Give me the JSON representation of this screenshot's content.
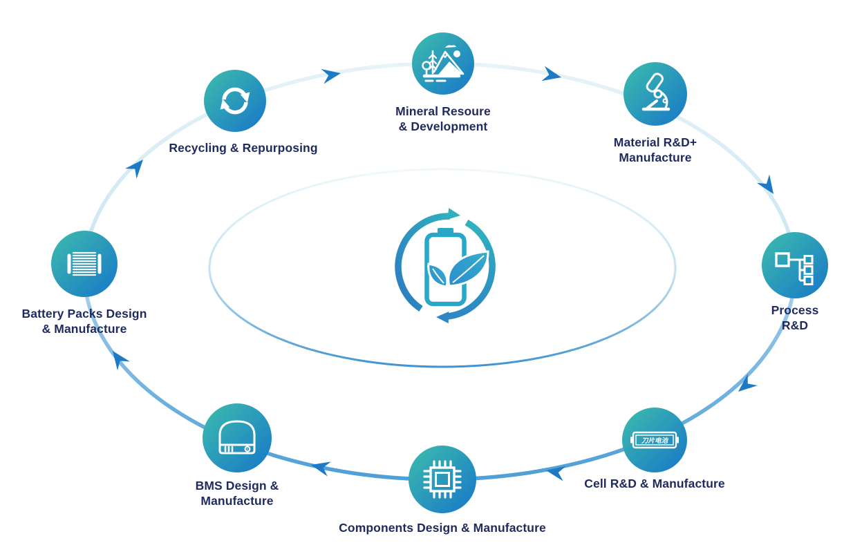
{
  "diagram": {
    "name": "battery-lifecycle-cycle-diagram",
    "flow_direction": "clockwise",
    "center": {
      "icon": "battery-leaf-recycle-icon"
    },
    "nodes": [
      {
        "id": "mineral",
        "icon": "mineral-landscape-icon",
        "label": "Mineral Resoure\n& Development"
      },
      {
        "id": "material",
        "icon": "microscope-icon",
        "label": "Material R&D+\nManufacture"
      },
      {
        "id": "process",
        "icon": "flowchart-icon",
        "label": "Process R&D"
      },
      {
        "id": "cell",
        "icon": "blade-battery-icon",
        "label": "Cell R&D & Manufacture",
        "badge_text": "刀片电池"
      },
      {
        "id": "components",
        "icon": "chip-icon",
        "label": "Components Design & Manufacture"
      },
      {
        "id": "bms",
        "icon": "bms-device-icon",
        "label": "BMS Design &\nManufacture"
      },
      {
        "id": "battery_packs",
        "icon": "battery-pack-icon",
        "label": "Battery Packs Design\n& Manufacture"
      },
      {
        "id": "recycling",
        "icon": "recycle-sync-icon",
        "label": "Recycling & Repurposing"
      }
    ],
    "colors": {
      "node_gradient_start": "#3DBDAD",
      "node_gradient_end": "#1776C8",
      "ring_light": "#E6F3F8",
      "ring_dark": "#4E9FD7",
      "arrow": "#1E7AC4",
      "label_text": "#1F2A5E",
      "emblem_teal": "#2FB2C0",
      "emblem_blue": "#2B7AC0"
    }
  }
}
